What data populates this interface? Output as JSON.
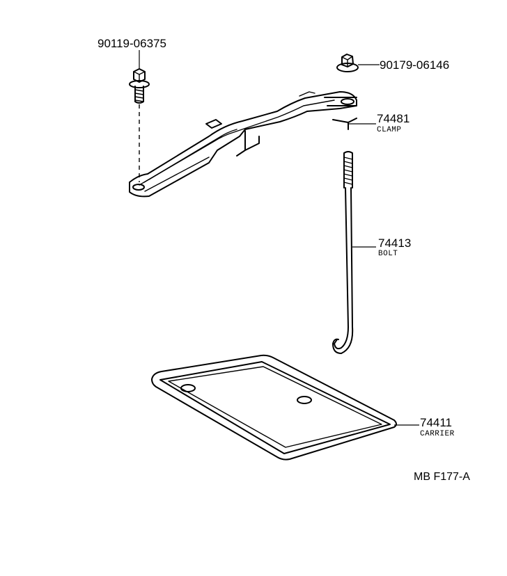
{
  "labels": {
    "bolt_top": "90119-06375",
    "nut": "90179-06146",
    "clamp_no": "74481",
    "clamp_name": "CLAMP",
    "bolt_no": "74413",
    "bolt_name": "BOLT",
    "carrier_no": "74411",
    "carrier_name": "CARRIER",
    "figure_code": "MB F177-A"
  }
}
